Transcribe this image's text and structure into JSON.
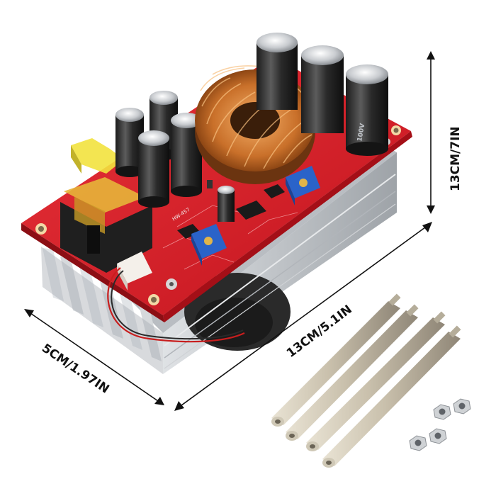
{
  "product": {
    "board_marking": "HW-457",
    "capacitor_marking": "100V"
  },
  "dimensions": {
    "height": "13CM/7IN",
    "length": "13CM/5.1IN",
    "width": "5CM/1.97IN"
  }
}
